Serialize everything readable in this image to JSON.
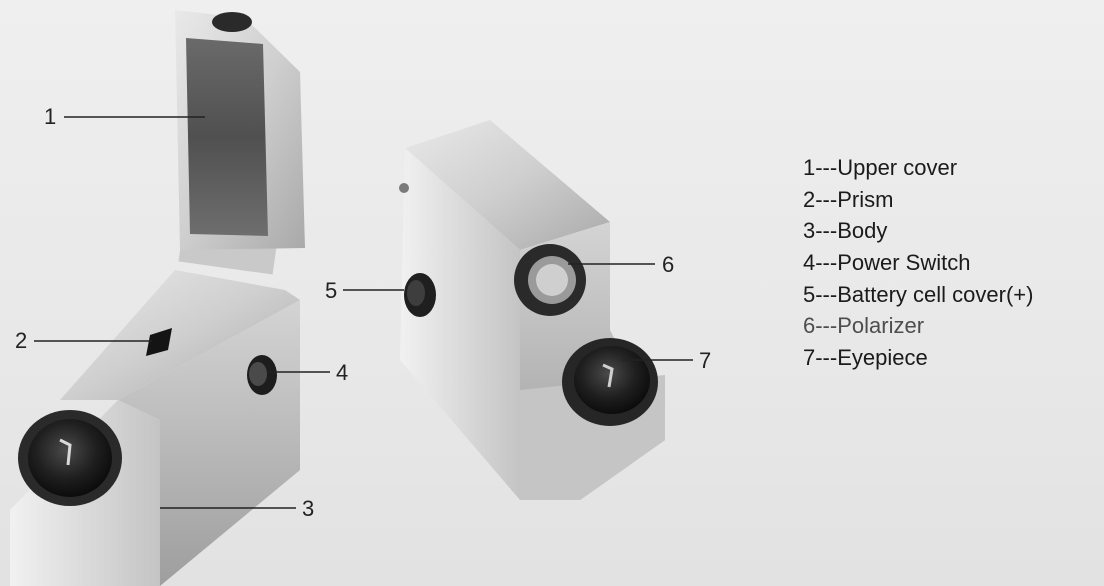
{
  "callouts": {
    "c1": "1",
    "c2": "2",
    "c3": "3",
    "c4": "4",
    "c5": "5",
    "c6": "6",
    "c7": "7"
  },
  "legend": [
    "1---Upper cover",
    "2---Prism",
    "3---Body",
    "4---Power Switch",
    "5---Battery cell cover(+)",
    "6---Polarizer",
    "7---Eyepiece"
  ],
  "colors": {
    "background": "#ececec",
    "metal_light": "#d9d9d9",
    "metal_mid": "#bdbdbd",
    "metal_dark": "#8f8f8f",
    "lens_black": "#1a1a1a",
    "text": "#222222"
  },
  "icons": [
    "refractometer-open-cover",
    "refractometer-closed"
  ]
}
